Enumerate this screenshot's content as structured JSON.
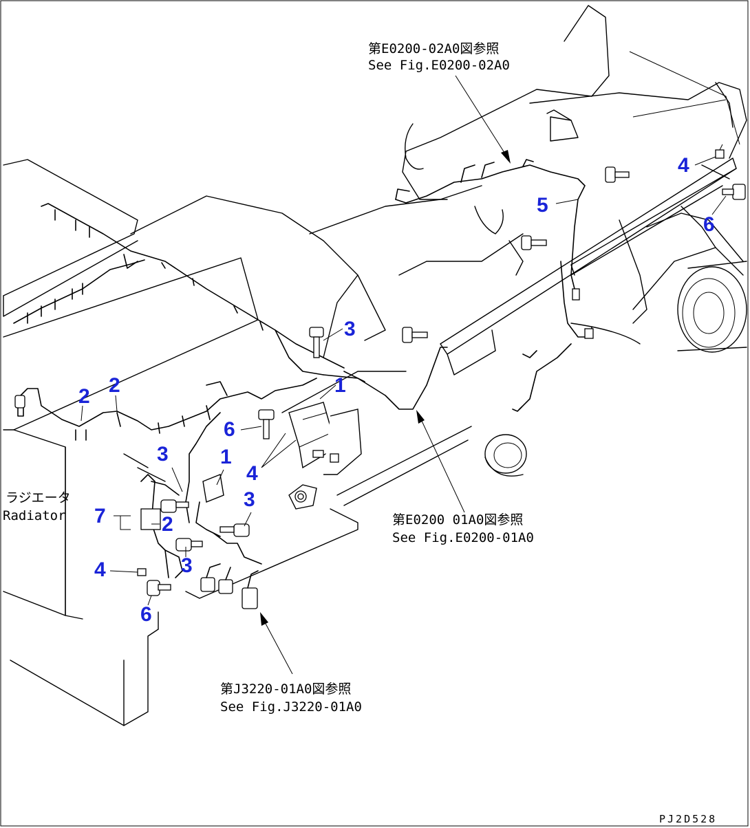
{
  "diagram_code": "PJ2D528",
  "references": [
    {
      "jp": "第E0200-02A0図参照",
      "en": "See Fig.E0200-02A0"
    },
    {
      "jp": "第E0200 01A0図参照",
      "en": "See Fig.E0200-01A0"
    },
    {
      "jp": "第J3220-01A0図参照",
      "en": "See Fig.J3220-01A0"
    }
  ],
  "radiator": {
    "jp": "ラジエータ",
    "en": "Radiator"
  },
  "callouts": [
    "1",
    "2",
    "3",
    "4",
    "5",
    "6",
    "7"
  ],
  "colors": {
    "callout": "#1a24d8",
    "line": "#000000",
    "background": "#ffffff"
  }
}
